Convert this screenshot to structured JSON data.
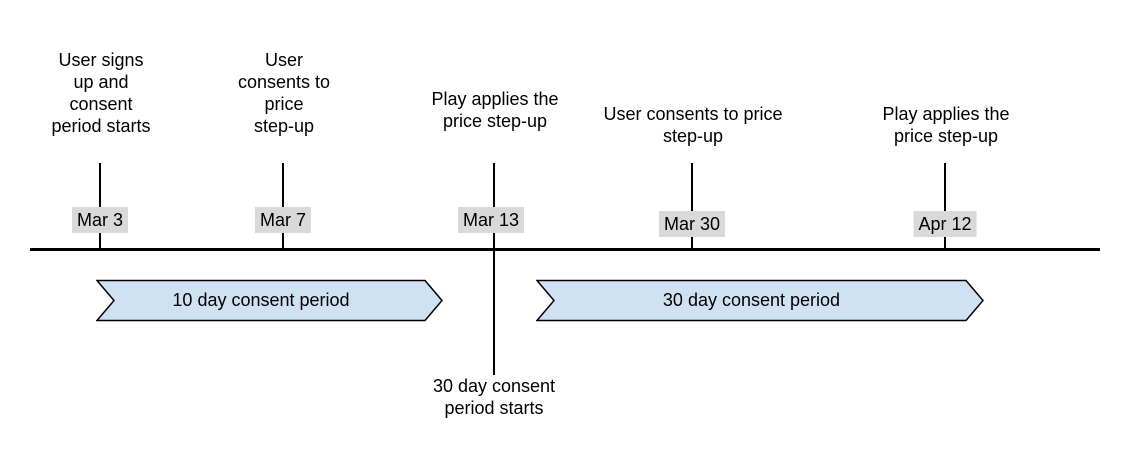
{
  "timeline": {
    "events": [
      {
        "label": "User signs\nup and\nconsent\nperiod starts",
        "date": "Mar 3"
      },
      {
        "label": "User\nconsents to\nprice\nstep-up",
        "date": "Mar 7"
      },
      {
        "label": "Play applies the\nprice step-up",
        "date": "Mar 13"
      },
      {
        "label": "User consents to price\nstep-up",
        "date": "Mar 30"
      },
      {
        "label": "Play applies the\nprice step-up",
        "date": "Apr 12"
      }
    ],
    "annotation": "30 day consent\nperiod starts",
    "periods": [
      {
        "label": "10 day consent period"
      },
      {
        "label": "30 day consent period"
      }
    ],
    "colors": {
      "background": "#ffffff",
      "text": "#000000",
      "line": "#000000",
      "date_chip_bg": "#d9d9d9",
      "period_fill": "#cfe2f3",
      "period_border": "#000000"
    }
  }
}
